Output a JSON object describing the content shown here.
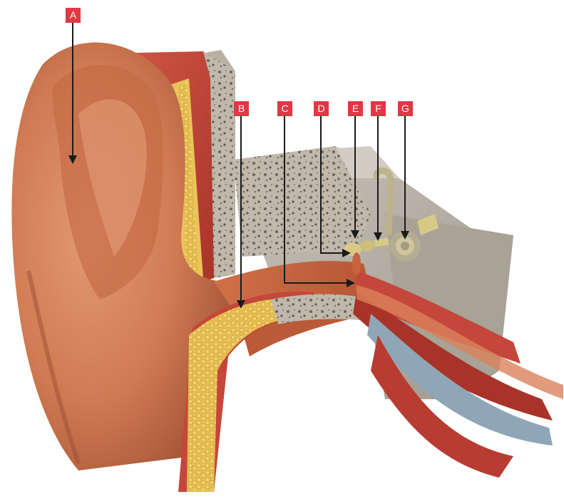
{
  "labels": {
    "a": "A",
    "b": "B",
    "c": "C",
    "d": "D",
    "e": "E",
    "f": "F",
    "g": "G"
  },
  "colors": {
    "label_background": "#e23744",
    "label_text": "#ffffff",
    "pointer_line": "#1a1a1a",
    "skin": "#d9825b",
    "canal": "#c9633d",
    "fat_tissue": "#e9c45a",
    "muscle": "#c5463a",
    "bone": "#b8b1a4",
    "nerve": "#8fa6b6",
    "ossicle": "#d8ca86"
  }
}
